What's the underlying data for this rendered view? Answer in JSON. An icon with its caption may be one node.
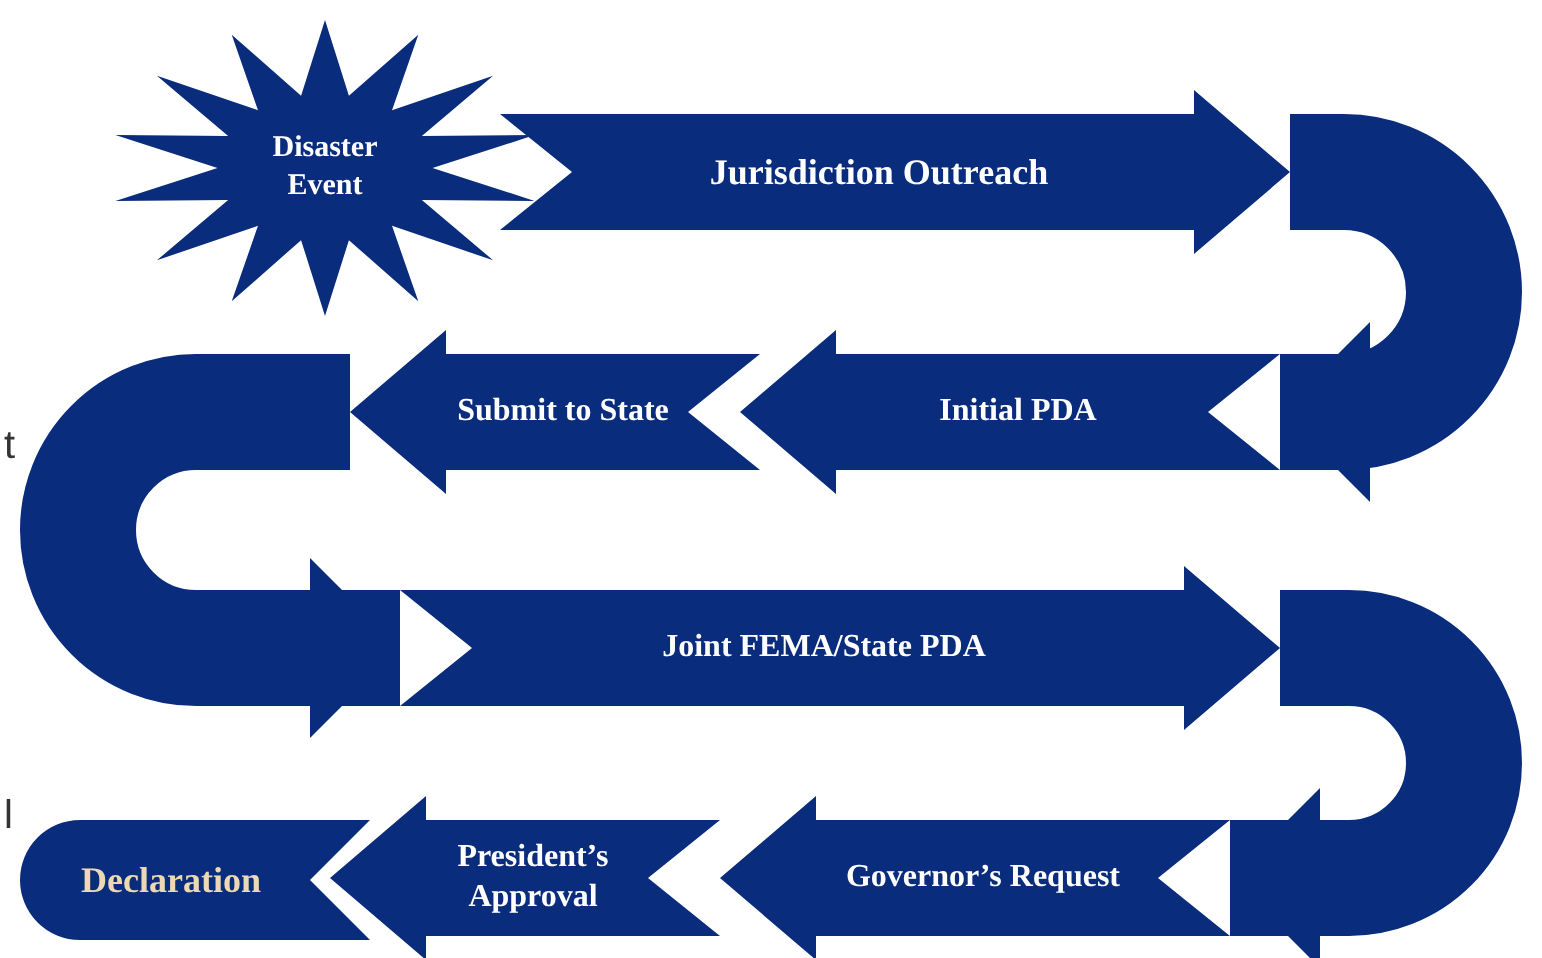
{
  "diagram": {
    "nodes": [
      {
        "text": [
          "Disaster Event"
        ]
      },
      {
        "text": [
          "Jurisdiction Outreach"
        ]
      },
      {
        "text": [
          "Initial PDA"
        ]
      },
      {
        "text": [
          "Submit to State"
        ]
      },
      {
        "text": [
          "Joint FEMA/State PDA"
        ]
      },
      {
        "text": [
          "Governor’s Request"
        ]
      },
      {
        "text": [
          "President’s Approval"
        ]
      },
      {
        "text": [
          "Declaration"
        ]
      }
    ],
    "edges": [
      {
        "from": 1,
        "to": 2,
        "arrow": "to"
      },
      {
        "from": 3,
        "to": 4,
        "arrow": "to"
      },
      {
        "from": 4,
        "to": 5,
        "arrow": "to"
      }
    ],
    "labels": [
      "t",
      "l"
    ]
  }
}
